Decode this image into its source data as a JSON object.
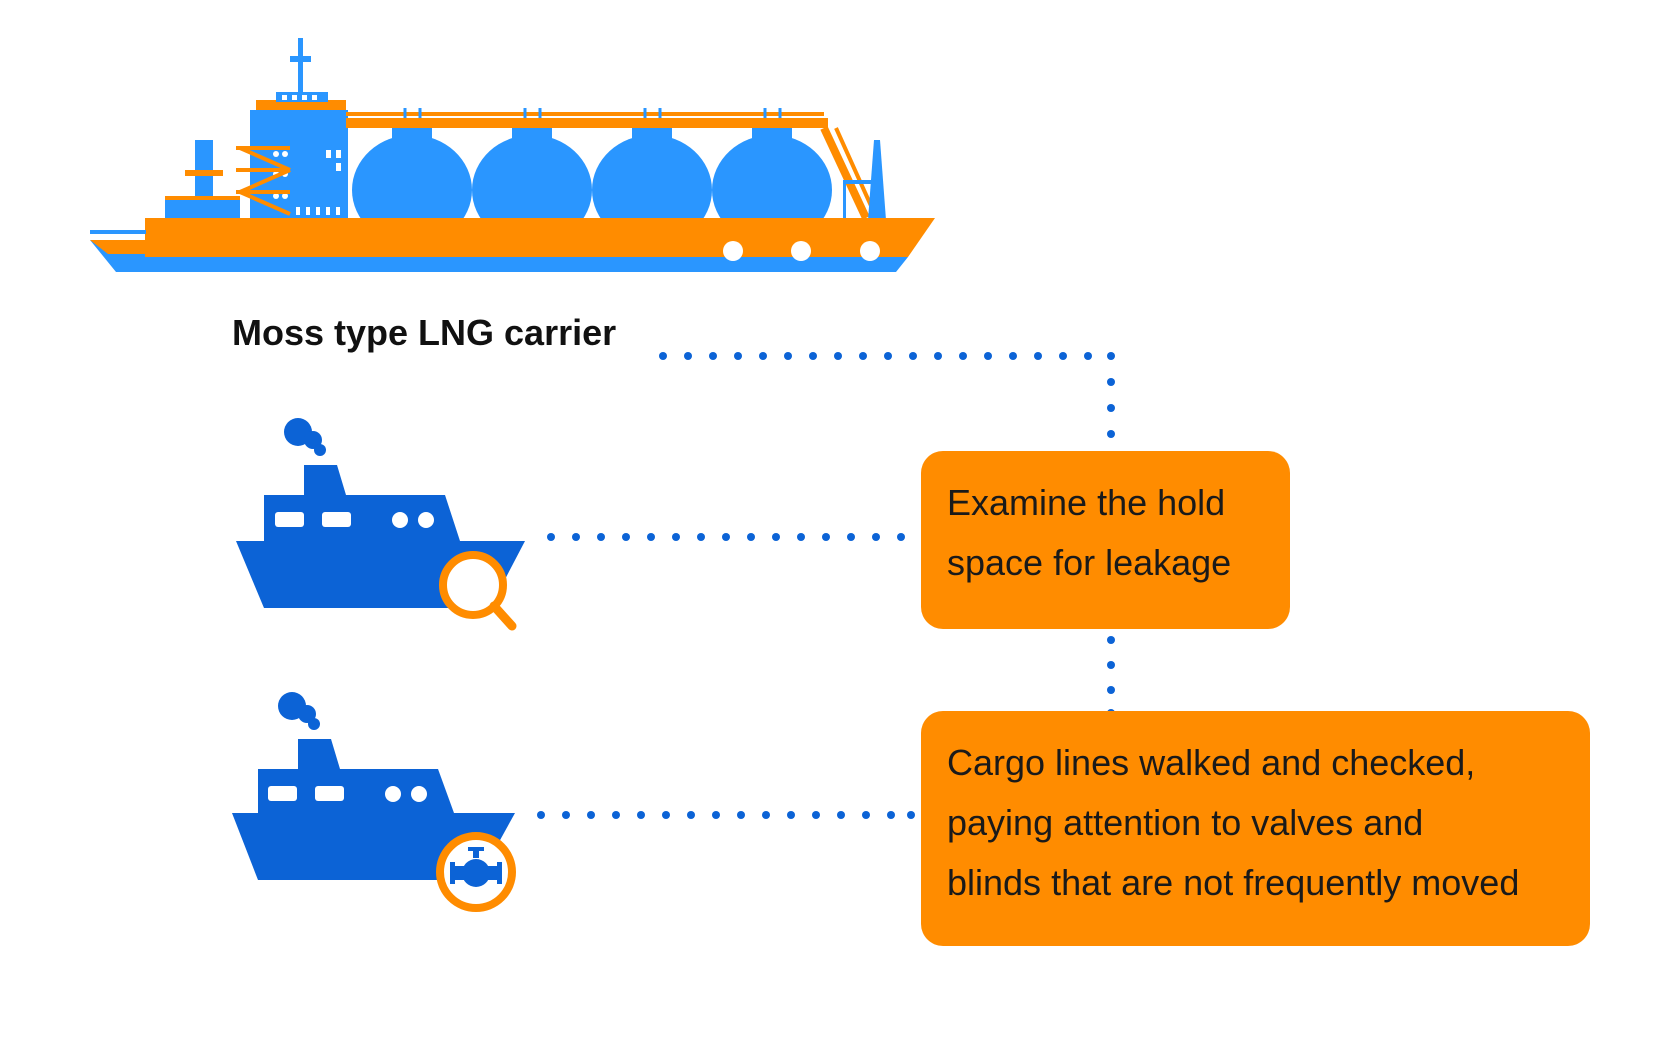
{
  "title": "Moss type LNG carrier",
  "steps": [
    {
      "lines": [
        "Examine the hold",
        "space for leakage"
      ],
      "icon": "ship-with-magnifier-icon"
    },
    {
      "lines": [
        "Cargo lines walked and checked,",
        "paying attention to valves and",
        "blinds that are not frequently moved"
      ],
      "icon": "ship-with-valve-icon"
    }
  ],
  "colors": {
    "blue": "#0c63d6",
    "light_blue": "#2a96ff",
    "orange": "#ff8c00"
  }
}
